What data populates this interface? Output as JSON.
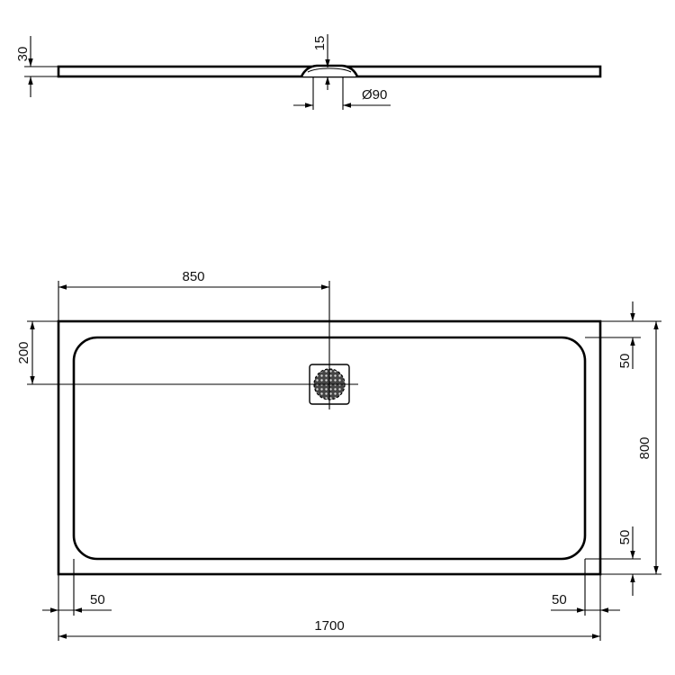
{
  "drawing": {
    "type": "technical-dimension-drawing",
    "subject": "rectangular shower tray",
    "units": "mm",
    "side_view": {
      "dimensions": {
        "tray_height": "30",
        "waste_depth": "15",
        "waste_diameter": "Ø90"
      }
    },
    "plan_view": {
      "dimensions": {
        "drain_offset_x": "850",
        "drain_offset_y": "200",
        "rim_top": "50",
        "rim_bottom": "50",
        "rim_left": "50",
        "rim_right": "50",
        "overall_width": "800",
        "overall_length": "1700"
      }
    },
    "colors": {
      "line": "#000000",
      "background": "#ffffff"
    }
  }
}
